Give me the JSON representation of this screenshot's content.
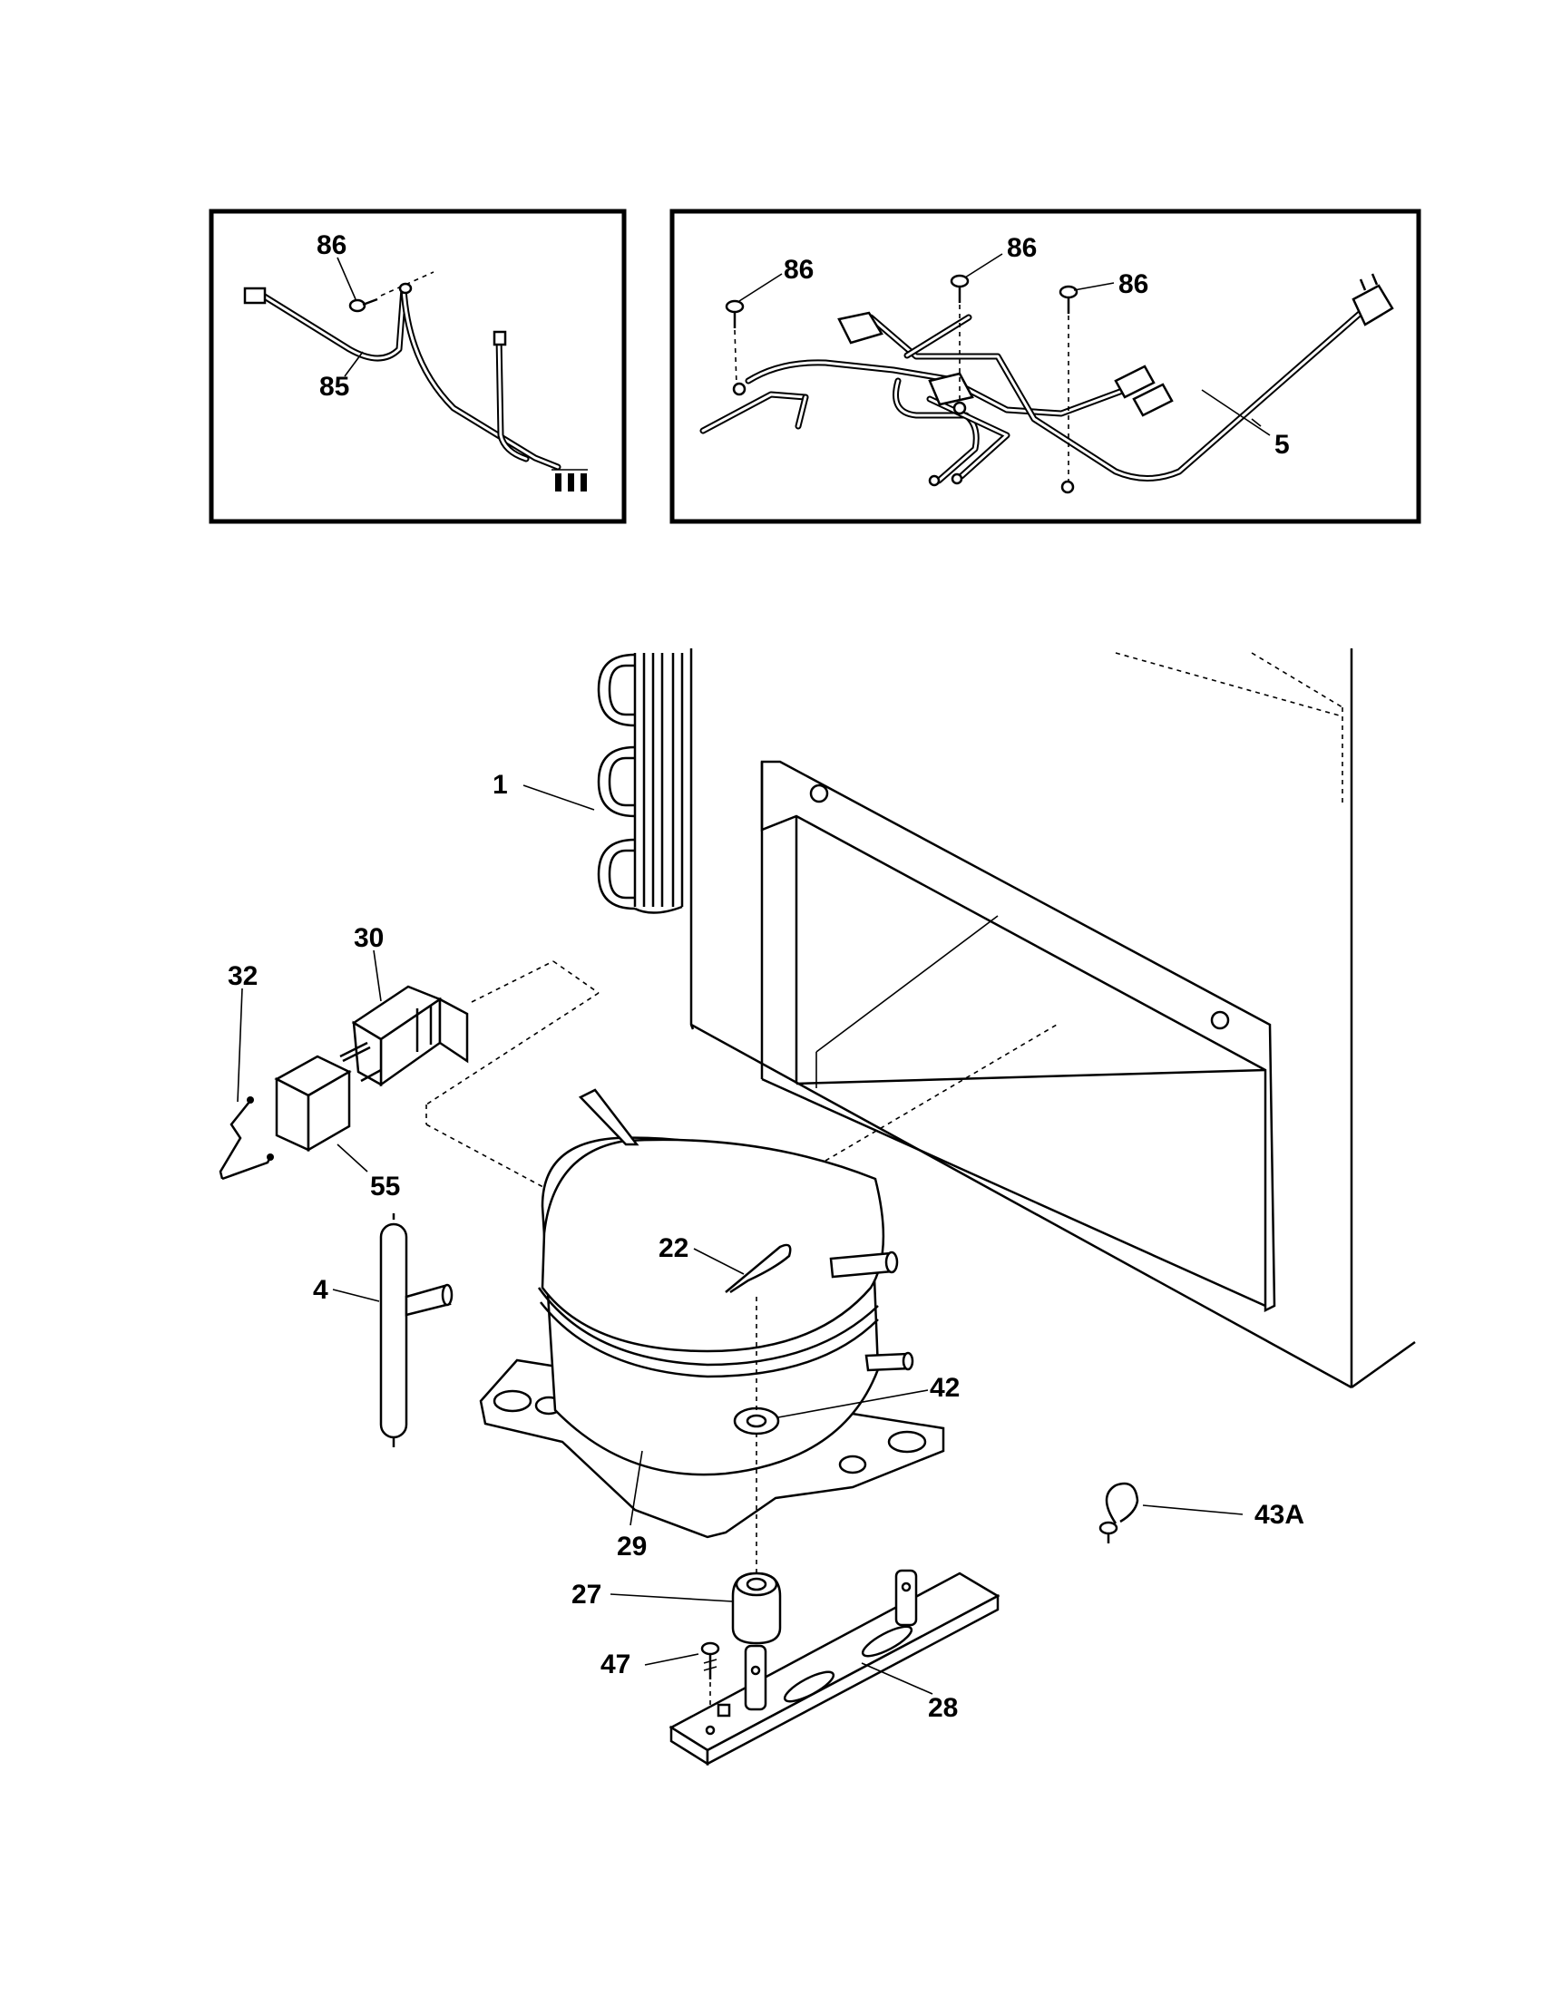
{
  "callouts": {
    "c1": "1",
    "c4": "4",
    "c5": "5",
    "c22": "22",
    "c27": "27",
    "c28": "28",
    "c29": "29",
    "c30": "30",
    "c32": "32",
    "c42": "42",
    "c43A": "43A",
    "c47": "47",
    "c55": "55",
    "c85": "85",
    "c86_left": "86",
    "c86_a": "86",
    "c86_b": "86",
    "c86_c": "86"
  }
}
